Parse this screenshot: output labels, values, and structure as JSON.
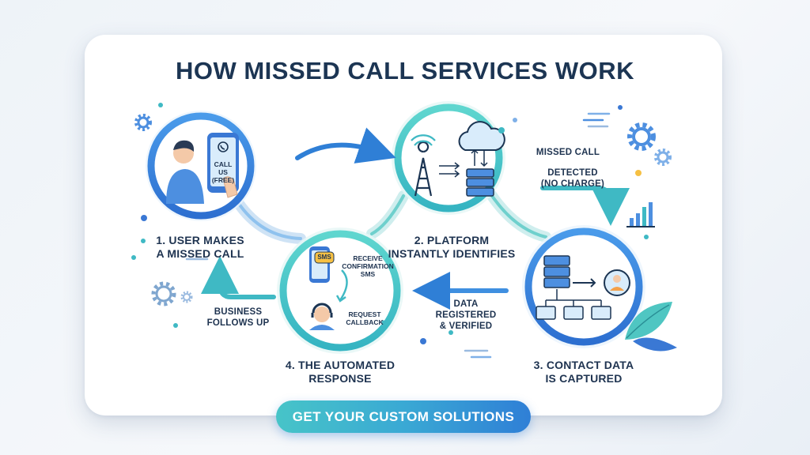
{
  "title": "HOW MISSED CALL SERVICES WORK",
  "steps": [
    {
      "label_line1": "1. USER MAKES",
      "label_line2": "A MISSED CALL"
    },
    {
      "label_line1": "2. PLATFORM",
      "label_line2": "INSTANTLY IDENTIFIES"
    },
    {
      "label_line1": "3. CONTACT DATA",
      "label_line2": "IS CAPTURED"
    },
    {
      "label_line1": "4. THE AUTOMATED",
      "label_line2": "RESPONSE"
    }
  ],
  "phone_screen": {
    "line1": "CALL US",
    "line2": "(FREE)"
  },
  "sms_badge": "SMS",
  "step4_texts": {
    "confirm_line1": "RECEIVE",
    "confirm_line2": "CONFIRMATION",
    "confirm_line3": "SMS",
    "callback_line1": "REQUEST",
    "callback_line2": "CALLBACK"
  },
  "connectors": {
    "missed_call": "MISSED CALL",
    "detected_line1": "DETECTED",
    "detected_line2": "(NO CHARGE)",
    "data_line1": "DATA",
    "data_line2": "REGISTERED",
    "data_line3": "& VERIFIED",
    "business_line1": "BUSINESS",
    "business_line2": "FOLLOWS UP"
  },
  "cta_label": "GET YOUR CUSTOM SOLUTIONS",
  "colors": {
    "navy": "#1c3553",
    "blue": "#2f7fd6",
    "teal": "#3fc1c1",
    "light_blue": "#d9ecfb"
  }
}
